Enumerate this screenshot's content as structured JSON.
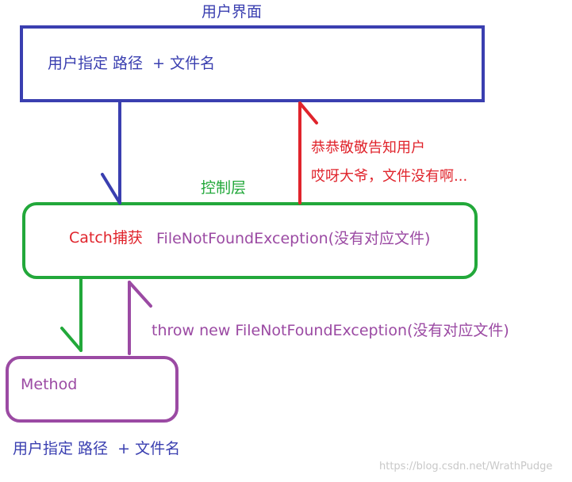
{
  "ui_layer": {
    "title": "用户界面",
    "box_text": "用户指定 路径  + 文件名"
  },
  "control_layer": {
    "title": "控制层",
    "catch_label": "Catch捕获",
    "exception_text": "FileNotFoundException(没有对应文件)"
  },
  "notify": {
    "line1": "恭恭敬敬告知用户",
    "line2": "哎呀大爷，文件没有啊..."
  },
  "method_layer": {
    "box_text": "Method",
    "caption": "用户指定 路径  + 文件名"
  },
  "throw_text": "throw new FileNotFoundException(没有对应文件)",
  "watermark": "https://blog.csdn.net/WrathPudge",
  "colors": {
    "blue": "#3a3fb0",
    "green": "#22a83a",
    "red": "#e0242c",
    "purple": "#9b4aa3"
  }
}
